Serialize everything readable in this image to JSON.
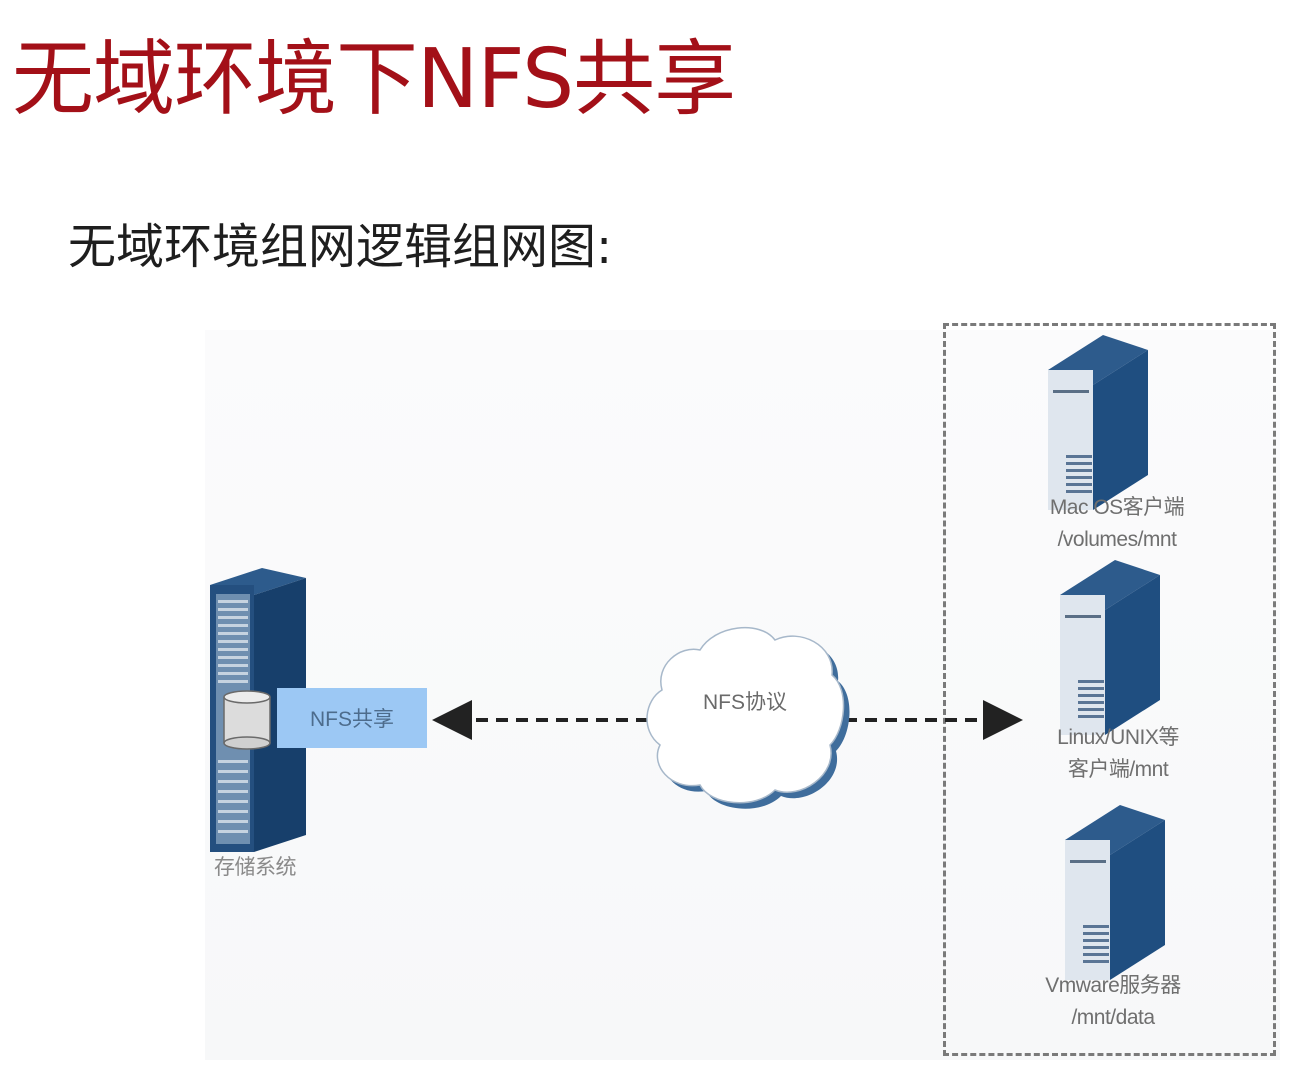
{
  "slide": {
    "title": "无域环境下NFS共享",
    "subtitle": "无域环境组网逻辑组网图:"
  },
  "diagram": {
    "storage": {
      "label": "存储系统",
      "share_label": "NFS共享"
    },
    "protocol": {
      "label": "NFS协议"
    },
    "clients": [
      {
        "line1": "Mac OS客户端",
        "line2": "/volumes/mnt"
      },
      {
        "line1": "Linux/UNIX等",
        "line2": "客户端/mnt"
      },
      {
        "line1": "Vmware服务器",
        "line2": "/mnt/data"
      }
    ],
    "colors": {
      "title": "#a31018",
      "device_dark": "#1f4e80",
      "device_mid": "#2f5f94",
      "device_light": "#dfe6ee",
      "share_box": "#9cc8f4",
      "cloud_outline": "#3f6d9c",
      "connector": "#222222",
      "group_border": "#7a7a7a"
    }
  }
}
